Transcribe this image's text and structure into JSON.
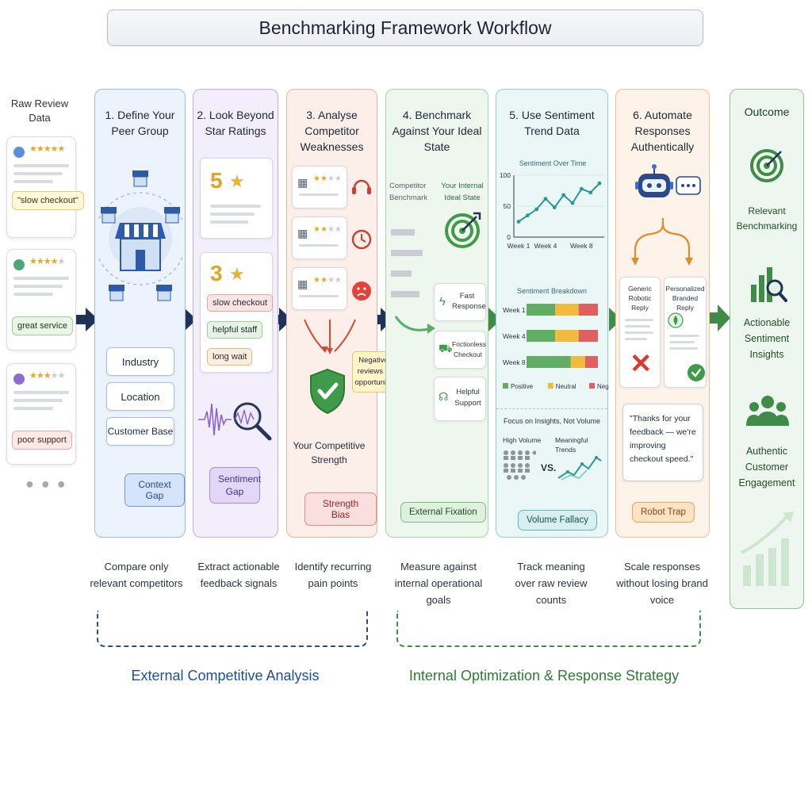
{
  "title": "Benchmarking Framework Workflow",
  "raw_reviews": {
    "title": "Raw Review Data",
    "reviews": [
      {
        "stars": 5,
        "text": "\"slow checkout\""
      },
      {
        "stars": 4,
        "text": "great service"
      },
      {
        "stars": 3,
        "text": "poor support"
      }
    ],
    "more": "● ● ●"
  },
  "steps": [
    {
      "title": "1. Define Your Peer Group",
      "items": [
        "Industry",
        "Location",
        "Customer Base"
      ],
      "tag": "Context Gap",
      "caption": "Compare only relevant competitors"
    },
    {
      "title": "2. Look Beyond Star Ratings",
      "rating_high": "5",
      "rating_low": "3",
      "chips": [
        "slow checkout",
        "helpful staff",
        "long wait"
      ],
      "tag": "Sentiment Gap",
      "caption": "Extract actionable feedback signals"
    },
    {
      "title": "3. Analyse Competitor Weaknesses",
      "note": "Negative reviews = opportunity",
      "strength": "Your Competitive Strength",
      "tag": "Strength Bias",
      "caption": "Identify recurring pain points"
    },
    {
      "title": "4. Benchmark Against Your Ideal State",
      "left_label": "Competitor Benchmark",
      "right_label": "Your Internal Ideal State",
      "goals": [
        "Fast Response",
        "Frictionless Checkout",
        "Helpful Support"
      ],
      "tag": "External Fixation",
      "caption": "Measure against internal operational goals"
    },
    {
      "title": "5. Use Sentiment Trend Data",
      "tag": "Volume Fallacy",
      "caption": "Track meaning over raw review counts",
      "breakdown_title": "Sentiment Breakdown",
      "insight_title": "Focus on Insights, Not Volume",
      "high_volume": "High Volume",
      "meaningful": "Meaningful Trends",
      "vs": "VS."
    },
    {
      "title": "6. Automate Responses Authentically",
      "generic": "Generic Robotic Reply",
      "personal": "Personalized Branded Reply",
      "quote": "\"Thanks for your feedback — we're improving checkout speed.\"",
      "tag": "Robot Trap",
      "caption": "Scale responses without losing brand voice"
    }
  ],
  "outcome": {
    "title": "Outcome",
    "items": [
      "Relevant Benchmarking",
      "Actionable Sentiment Insights",
      "Authentic Customer Engagement"
    ]
  },
  "groups": {
    "external": "External Competitive Analysis",
    "internal": "Internal Optimization & Response Strategy"
  },
  "chart_data": [
    {
      "type": "line",
      "title": "Sentiment Over Time",
      "x": [
        "Week 1",
        "",
        "",
        "Week 4",
        "",
        "",
        "",
        "Week 8",
        ""
      ],
      "y_ticks": [
        100,
        50,
        0
      ],
      "ylim": [
        0,
        100
      ],
      "series": [
        {
          "values": [
            25,
            35,
            45,
            62,
            48,
            68,
            55,
            78,
            72,
            87
          ]
        }
      ]
    },
    {
      "type": "bar",
      "title": "Sentiment Breakdown",
      "categories": [
        "Week 1",
        "Week 4",
        "Week 8"
      ],
      "series": [
        {
          "name": "Positive",
          "values": [
            40,
            40,
            62
          ]
        },
        {
          "name": "Neutral",
          "values": [
            33,
            33,
            20
          ]
        },
        {
          "name": "Negative",
          "values": [
            27,
            27,
            18
          ]
        }
      ],
      "colors": {
        "Positive": "#5fae64",
        "Neutral": "#f1bb3e",
        "Negative": "#e06060"
      }
    }
  ]
}
